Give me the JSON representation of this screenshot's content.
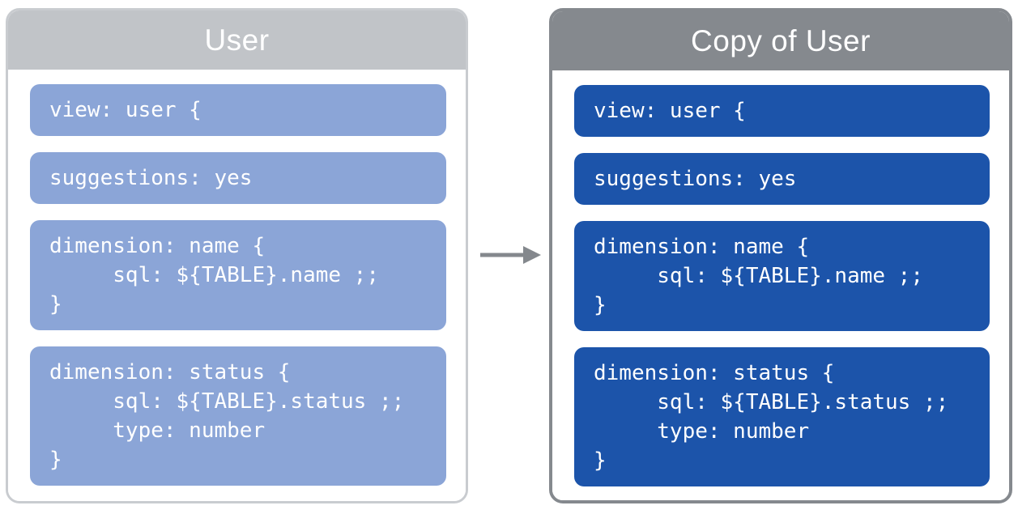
{
  "panels": [
    {
      "title": "User",
      "header_color": "#c1c4c8",
      "border_color": "#c9ccd0",
      "block_color": "#8ba5d7",
      "text_color": "#ffffff",
      "blocks": [
        "view: user {",
        "suggestions: yes",
        "dimension: name {\n     sql: ${TABLE}.name ;;\n}",
        "dimension: status {\n     sql: ${TABLE}.status ;;\n     type: number\n}"
      ]
    },
    {
      "title": "Copy of User",
      "header_color": "#85898e",
      "border_color": "#85898e",
      "block_color": "#1c54aa",
      "text_color": "#ffffff",
      "blocks": [
        "view: user {",
        "suggestions: yes",
        "dimension: name {\n     sql: ${TABLE}.name ;;\n}",
        "dimension: status {\n     sql: ${TABLE}.status ;;\n     type: number\n}"
      ]
    }
  ],
  "arrow": {
    "icon": "right-arrow-icon",
    "color": "#84888d",
    "direction": "right"
  }
}
